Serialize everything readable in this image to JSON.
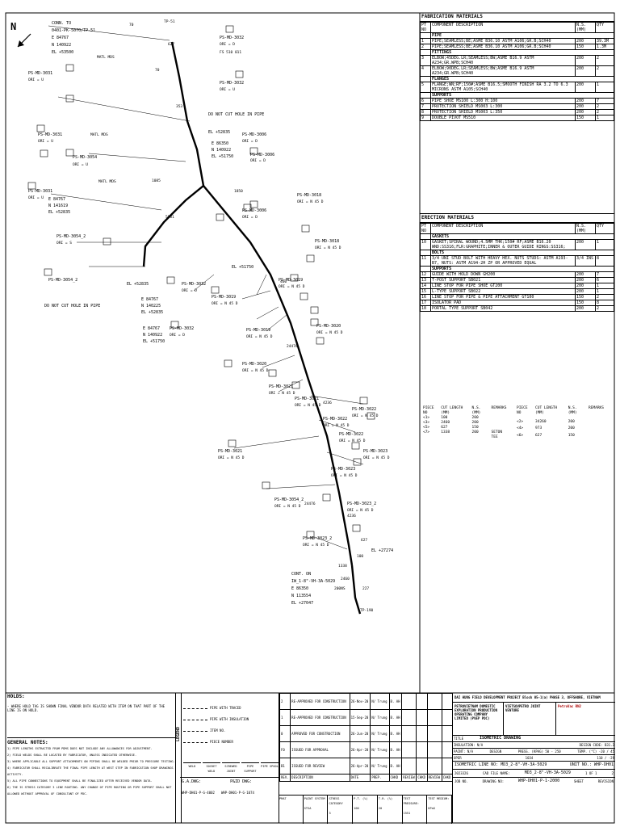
{
  "drawing": {
    "north": "N",
    "pipe_labels": [
      "PS-MD-3031",
      "PS-MD-3032",
      "PS-MD-3054",
      "PS-MD-3006",
      "PS-MD-3018",
      "PS-MD-3019",
      "PS-MD-3020",
      "PS-MD-3021",
      "PS-MD-3022",
      "PS-MD-3023",
      "PS-MD-3054_2",
      "PS-MD-3023_2"
    ],
    "orientations": [
      "ORI = U",
      "ORI = D",
      "ORI = S",
      "ORI = N 45 D"
    ],
    "notes": [
      "DO NOT CUT HOLE IN PIPE",
      "DO NOT CUT HOLE IN PIPE"
    ],
    "conn_top": [
      "CONN. TO",
      "0401-PK-5070/TP-51",
      "E 84767",
      "N 140922",
      "EL +53500"
    ],
    "conn_bottom": [
      "CONT. ON",
      "IW_1-8\"-VH-3A-5029",
      "E 86350",
      "N 113554",
      "EL +27047"
    ],
    "coords_a": [
      "E 86350",
      "N 140922",
      "EL +51750"
    ],
    "coords_b": [
      "E 84767",
      "N 141619",
      "EL +52835"
    ],
    "coords_c": [
      "E 84767",
      "N 140225",
      "EL +52835"
    ],
    "coords_d": [
      "E 84767",
      "N 140922",
      "EL +51750"
    ],
    "el_labels": [
      "EL +52835",
      "EL +51750",
      "EL +52835",
      "EL +27274"
    ],
    "dims": [
      "70",
      "70",
      "627",
      "353",
      "1085",
      "5581",
      "1850",
      "460",
      "24476",
      "4236",
      "24476",
      "4236",
      "627",
      "2460",
      "1338",
      "100",
      "227"
    ],
    "tags": [
      "TP-51",
      "TP-190",
      "200NS",
      "MATL MDS",
      "MATL MDS",
      "MATL MDS",
      "FS 510 011"
    ]
  },
  "fab": {
    "title": "FABRICATION MATERIALS",
    "h_pt": "PT NO",
    "h_desc": "COMPONENT DESCRIPTION",
    "h_ns": "N.S. (MM)",
    "h_qty": "QTY",
    "groups": [
      {
        "name": "PIPE",
        "rows": [
          [
            "1",
            "PIPE;SEAMLESS;BE;ASME B36.10 ASTM A106;GR.B;SCH40",
            "200",
            "39.3M"
          ],
          [
            "2",
            "PIPE;SEAMLESS;BE;ASME B36.10 ASTM A106;GR.B;SCH40",
            "150",
            "1.3M"
          ]
        ]
      },
      {
        "name": "FITTINGS",
        "rows": [
          [
            "3",
            "ELBOW;45DEG.LR;SEAMLESS;BW;ASME B16.9 ASTM A234;GR.WPB;SCH40",
            "200",
            "2"
          ],
          [
            "4",
            "ELBOW;90DEG.LR;SEAMLESS;BW;ASME B16.9 ASTM A234;GR.WPB;SCH40",
            "200",
            "2"
          ]
        ]
      },
      {
        "name": "FLANGES",
        "rows": [
          [
            "5",
            "FLANGE;WN;RF;150#;ASME B16.5;SMOOTH FINISH RA 3.2 TO 6.3 MICRONS ASTM A105;SCH40",
            "200",
            "1"
          ]
        ]
      },
      {
        "name": "SUPPORTS",
        "rows": [
          [
            "6",
            "PIPE SHOE MS100 L:300 H:100",
            "200",
            "7"
          ],
          [
            "7",
            "PROTECTION SHIELD MS003 L:300",
            "200",
            "2"
          ],
          [
            "8",
            "PROTECTION SHIELD MS003 L:350",
            "200",
            "2"
          ],
          [
            "9",
            "DOUBLE PIVOT MS510",
            "150",
            "1"
          ]
        ]
      }
    ]
  },
  "erec": {
    "title": "ERECTION MATERIALS",
    "groups": [
      {
        "name": "GASKETS",
        "rows": [
          [
            "10",
            "GASKET;SPIRAL WOUND;4.5MM THK;150# RF;ASME B16.20 WND:SS316;FLR:GRAPHITE;INNER & OUTER GUIDE RINGS:SS316;",
            "200",
            "1"
          ]
        ]
      },
      {
        "name": "BOLTS",
        "rows": [
          [
            "11",
            "3/4 UNI STUD BOLT WITH HEAVY HEX. NUTS STUDS: ASTM A193-B7, NUTS: ASTM A194-2H ZP OR APPROVED EQUAL",
            "3/4 INS",
            "8"
          ]
        ]
      },
      {
        "name": "SUPPORTS",
        "rows": [
          [
            "12",
            "GUIDE WITH HOLD DOWN GH200",
            "200",
            "7"
          ],
          [
            "13",
            "T-POST SUPPORT SB021",
            "200",
            "6"
          ],
          [
            "14",
            "LINE STOP FOR PIPE SHOE GT200",
            "200",
            "1"
          ],
          [
            "15",
            "L-TYPE SUPPORT SB022",
            "200",
            "1"
          ],
          [
            "16",
            "LINE STOP FOR PIPE & PIPE ATTACHMENT GT100",
            "150",
            "2"
          ],
          [
            "17",
            "ISOLATOR PAD",
            "150",
            "8"
          ],
          [
            "18",
            "PORTAL TYPE SUPPORT SB042",
            "200",
            "2"
          ]
        ]
      }
    ]
  },
  "cut": {
    "headers": [
      "PIECE NO",
      "CUT LENGTH (MM)",
      "N.S. (MM)",
      "REMARKS"
    ],
    "left": [
      [
        "<1>",
        "100",
        "200",
        ""
      ],
      [
        "<3>",
        "2460",
        "200",
        ""
      ],
      [
        "<5>",
        "627",
        "150",
        ""
      ],
      [
        "<7>",
        "1338",
        "200",
        "SETON TEE"
      ]
    ],
    "right": [
      [
        "<2>",
        "34260",
        "200",
        ""
      ],
      [
        "<4>",
        "973",
        "200",
        ""
      ],
      [
        "<6>",
        "627",
        "150",
        ""
      ]
    ]
  },
  "titleblock": {
    "holds": "HOLDS:",
    "holds_text": "- WHERE HOLD TAG IS SHOWN FINAL VENDOR DATA RELATED WITH ITEM ON THAT PART OF THE LINE IS ON HOLD.",
    "general": "GENERAL NOTES:",
    "notes": [
      "1) PIPE LENGTHS EXTRACTED FROM PDMS DOES NOT INCLUDE ANY ALLOWANCES FOR ADJUSTMENT.",
      "2) FIELD WELDS SHALL BE LOCATED BY FABRICATOR, UNLESS INDICATED OTHERWISE.",
      "3) WHERE APPLICABLE ALL SUPPORT ATTACHMENTS ON PIPING SHALL BE WELDED PRIOR TO PRESSURE TESTING.",
      "4) FABRICATOR SHALL RECALIBRATE THE FINAL PIPE LENGTH AT WEST STEP IN FABRICATION SHOP DRAWINGS ACTIVITY.",
      "5) ALL PIPE CONNECTIONS TO EQUIPMENT SHALL BE FINALIZED AFTER RECEIVED VENDOR DATA.",
      "6) THE IS STRESS CATEGORY 3 LINE ROUTING. ANY CHANGE OF PIPE ROUTING OR PIPE SUPPORT SHALL NOT ALLOWED WITHOUT APPROVAL OF CONSULTANT OF PDC."
    ],
    "legend": "LEGEND",
    "legend_items": [
      "PIPE WITH TRACED",
      "PIPE WITH INSULATION",
      "ITEM NO.",
      "PIECE NUMBER"
    ],
    "symbols": [
      "WELD",
      "SOCKET WELD",
      "SCREWED JOINT",
      "PIPE SUPPORT",
      "PIPE SPOOL"
    ],
    "revs": [
      [
        "2",
        "RE-APPROVED FOR CONSTRUCTION",
        "26-Nov-20",
        "N/ Trung",
        "B. AH"
      ],
      [
        "1",
        "RE-APPROVED FOR CONSTRUCTION",
        "15-Sep-20",
        "N/ Trung",
        "B. AH"
      ],
      [
        "0",
        "APPROVED FOR CONSTRUCTION",
        "26-Jun-20",
        "N/ Trung",
        "B. AH"
      ],
      [
        "F0",
        "ISSUED FOR APPROVAL",
        "26-Apr-20",
        "N/ Trung",
        "B. AH"
      ],
      [
        "B1",
        "ISSUED FOR REVIEW",
        "26-Apr-20",
        "N/ Trung",
        "B. AH"
      ]
    ],
    "rev_headers": [
      "REV.",
      "DESCRIPTION",
      "DATE",
      "PREP.",
      "CHKD",
      "REVIEW",
      "CHKD",
      "REVIEW",
      "CHKD"
    ],
    "project": "DAI HUNG FIELD DEVELOPMENT PROJECT Block 05-1(a) PHASE 3, OFFSHORE, VIETNAM",
    "client": "PETROVIETNAM DOMESTIC EXPLORATION PRODUCTION OPERATING COMPANY LIMITED (PVEP POC)",
    "contractor": "VIETSOVPETRO JOINT VENTURE",
    "partners": "PetroVac  RN2",
    "title_label": "TITLE",
    "title": "ISOMETRIC DRAWING",
    "insulation": "INSULATION: N/A",
    "design_code": "DESIGN CODE: B31.3",
    "paint": "PAINT: N/A",
    "dsgn_label": "DESIGN",
    "press": "PRESS. (KPAG)  50 - 250",
    "temp": "TEMP. (°C)  -20 / 45",
    "oper": "OPER",
    "oper_vals": [
      "1034",
      "110 / -29"
    ],
    "iso_line": "ISOMETRIC LINE NO: MD3_2-8\"-VH-3A-5029",
    "unit": "UNIT NO.: WHP-DH01",
    "cad_label": "CAD FILE NAME:",
    "cad": "MD3_2-8\"-VH-3A-5029",
    "sheet_val": "1 OF 1",
    "rev_val": "2",
    "plot_dates": [
      "2023326",
      "2023326"
    ],
    "job": "JOB NO.",
    "dwg_label": "DRAWING NO:",
    "dwg": "WHP-DH01-P-1-2000",
    "sheet": "SHEET",
    "revision": "REVISION",
    "gadwg": "G.A.DWG:",
    "gadwg_v": "WHP-DH01-P-G-4002",
    "pid": "P&ID DWG:",
    "pid_v": "WHP-DH01-P-G-1074",
    "bottom_heads": [
      "PMAT",
      "PAINT SYSTEM",
      "STRESS CATEGORY",
      "P.T. (%)",
      "T.R. (%)",
      "TEST PRESSURE:",
      "TEST MEDIUM:"
    ],
    "bottom_vals": [
      "",
      "STSA",
      "3",
      "100",
      "20",
      "1551",
      "KPaG"
    ]
  }
}
